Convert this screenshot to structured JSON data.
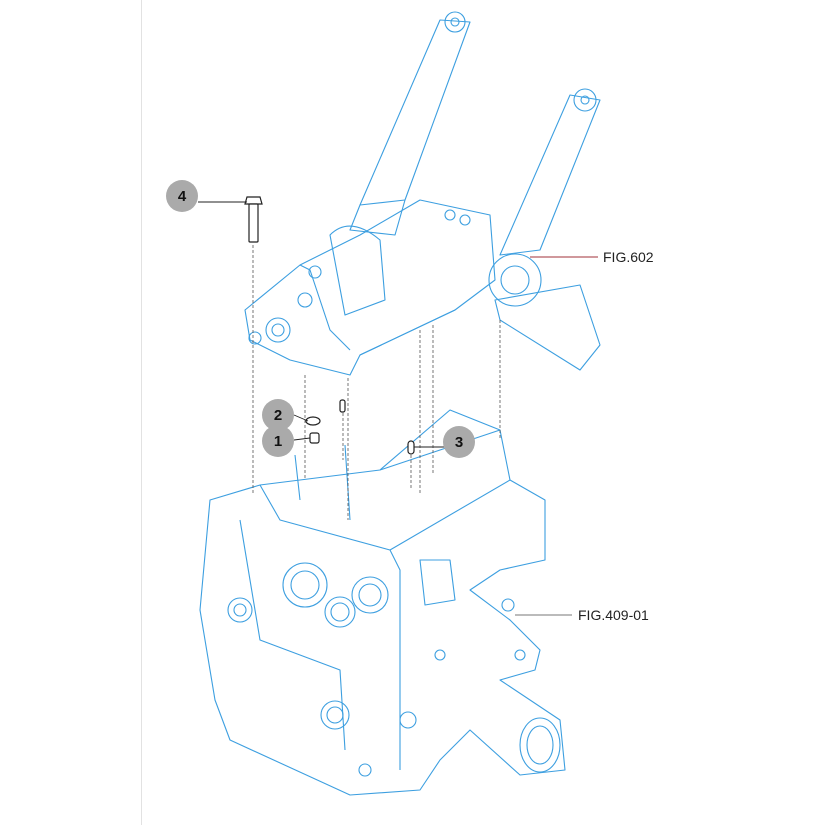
{
  "callouts": [
    {
      "number": "4"
    },
    {
      "number": "2"
    },
    {
      "number": "1"
    },
    {
      "number": "3"
    }
  ],
  "figure_refs": {
    "upper": "FIG.602",
    "lower": "FIG.409-01"
  },
  "colors": {
    "line_art": "#3d9fe0",
    "callout_fill": "#aaaaaa",
    "fig602_leader": "#a0303a",
    "fig409_leader": "#777777"
  }
}
